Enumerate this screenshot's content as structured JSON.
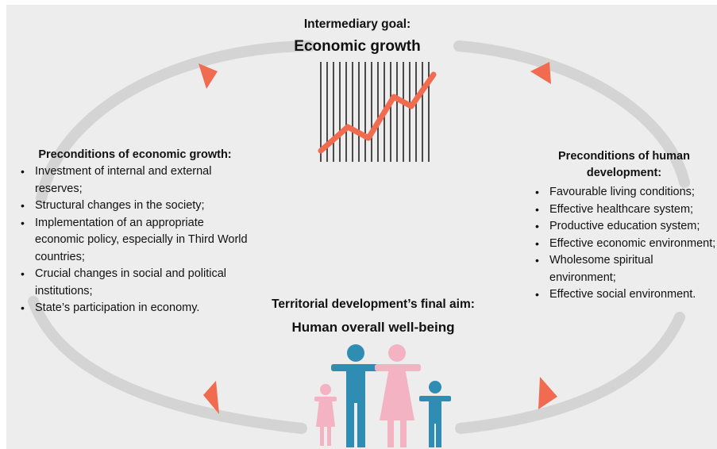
{
  "intermediary": {
    "heading": "Intermediary goal:",
    "title": "Economic growth"
  },
  "left": {
    "title": "Preconditions of economic growth:",
    "items": [
      "Investment of internal and external reserves;",
      "Structural changes in the society;",
      "Implementation of an appropriate economic policy, especially in Third World countries;",
      "Crucial changes in social and political institutions;",
      "State’s participation in economy."
    ]
  },
  "right": {
    "title": "Preconditions of human development:",
    "items": [
      "Favourable living conditions;",
      "Effective healthcare system;",
      "Productive education system;",
      "Effective economic environment;",
      "Wholesome spiritual environment;",
      "Effective social environment."
    ]
  },
  "final": {
    "heading": "Territorial development’s final aim:",
    "title": "Human overall well-being"
  },
  "colors": {
    "background": "#ecedec",
    "ring": "#d4d4d4",
    "arrow": "#f06b4f",
    "blue": "#2f8db3",
    "pink": "#f3b3c3"
  },
  "icons": {
    "chart": "growth-chart-icon",
    "family": "family-icon",
    "arrows": "cycle-arrow-icon"
  }
}
